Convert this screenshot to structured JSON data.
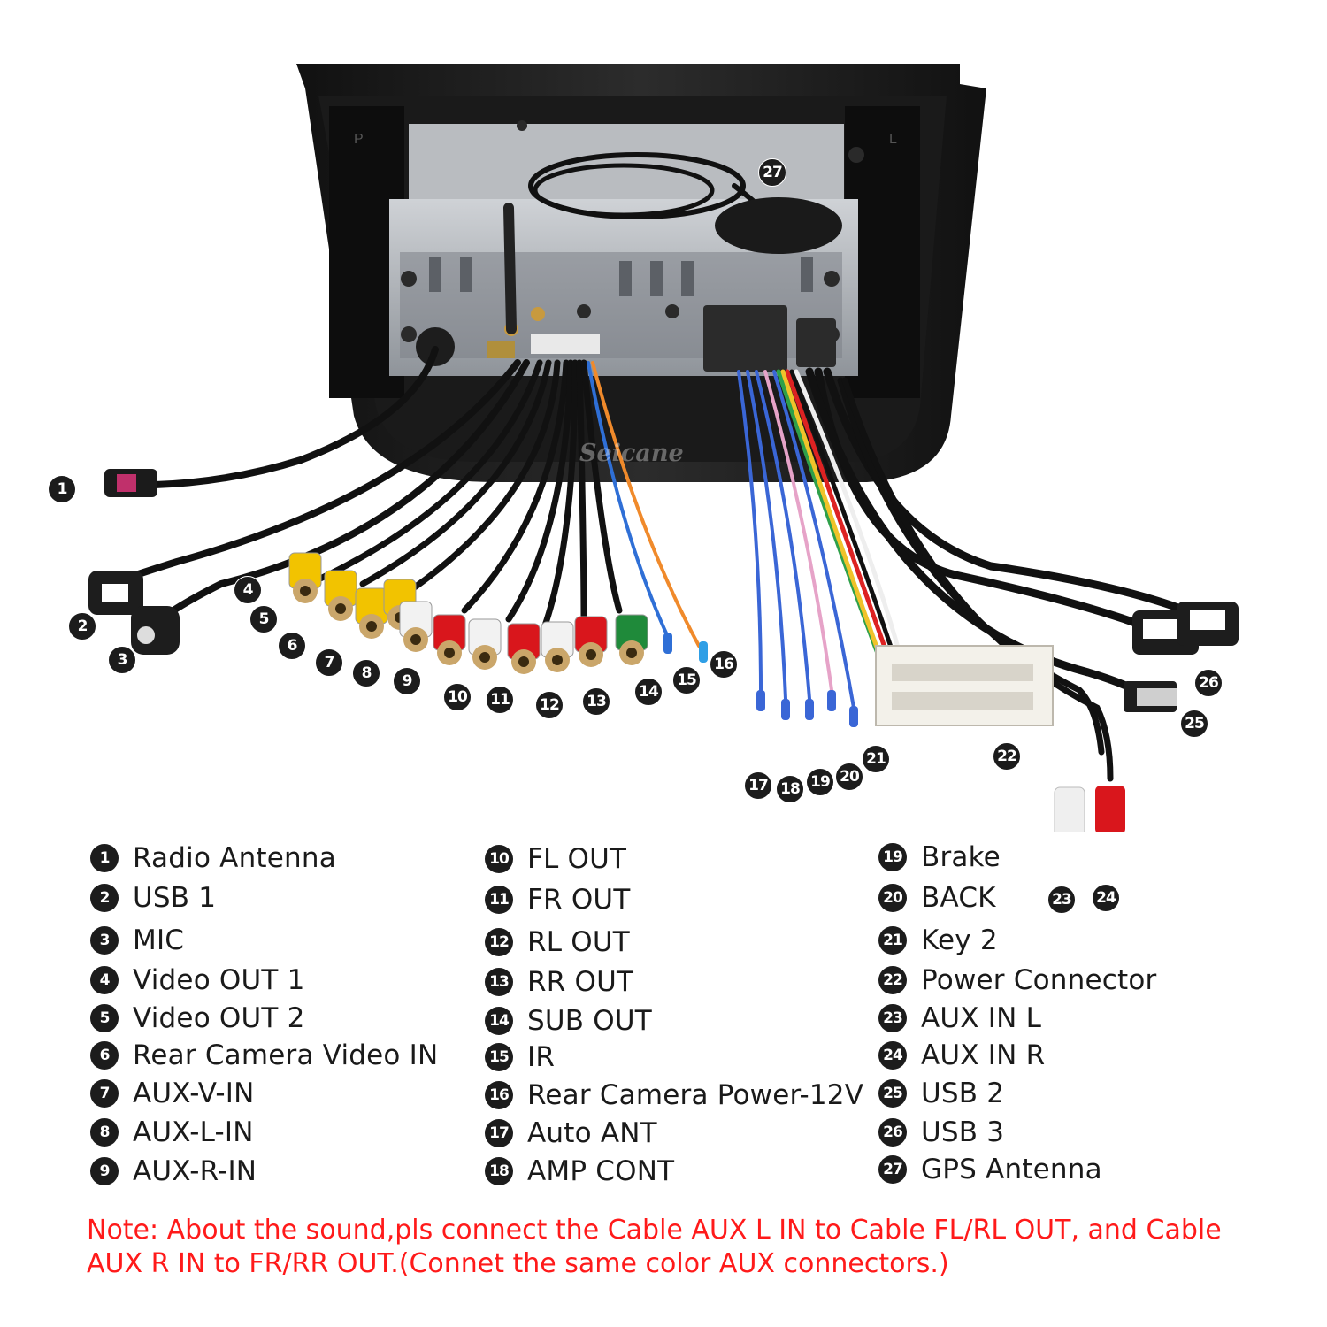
{
  "brand": {
    "watermark": "Seicane"
  },
  "legend": [
    {
      "num": "1",
      "label": "Radio Antenna"
    },
    {
      "num": "2",
      "label": "USB 1"
    },
    {
      "num": "3",
      "label": "MIC"
    },
    {
      "num": "4",
      "label": "Video OUT 1"
    },
    {
      "num": "5",
      "label": "Video OUT 2"
    },
    {
      "num": "6",
      "label": "Rear Camera Video IN"
    },
    {
      "num": "7",
      "label": "AUX-V-IN"
    },
    {
      "num": "8",
      "label": "AUX-L-IN"
    },
    {
      "num": "9",
      "label": "AUX-R-IN"
    },
    {
      "num": "10",
      "label": "FL OUT"
    },
    {
      "num": "11",
      "label": "FR OUT"
    },
    {
      "num": "12",
      "label": "RL OUT"
    },
    {
      "num": "13",
      "label": "RR OUT"
    },
    {
      "num": "14",
      "label": "SUB OUT"
    },
    {
      "num": "15",
      "label": "IR"
    },
    {
      "num": "16",
      "label": "Rear Camera Power-12V"
    },
    {
      "num": "17",
      "label": "Auto ANT"
    },
    {
      "num": "18",
      "label": "AMP CONT"
    },
    {
      "num": "19",
      "label": "Brake"
    },
    {
      "num": "20",
      "label": "BACK"
    },
    {
      "num": "21",
      "label": "Key 2"
    },
    {
      "num": "22",
      "label": "Power Connector"
    },
    {
      "num": "23",
      "label": "AUX IN L"
    },
    {
      "num": "24",
      "label": "AUX IN R"
    },
    {
      "num": "25",
      "label": "USB 2"
    },
    {
      "num": "26",
      "label": "USB 3"
    },
    {
      "num": "27",
      "label": "GPS Antenna"
    }
  ],
  "note": "Note: About the sound,pls connect the Cable AUX L IN to Cable FL/RL OUT, and Cable AUX R IN to  FR/RR OUT.(Connet the same color AUX connectors.)",
  "colors": {
    "note": "#ff1a1a",
    "badge": "#1c1c1c",
    "rca_yellow": "#f2c300",
    "rca_red": "#d9161c",
    "rca_white": "#f2f2f2",
    "rca_green": "#1f8a3a"
  }
}
